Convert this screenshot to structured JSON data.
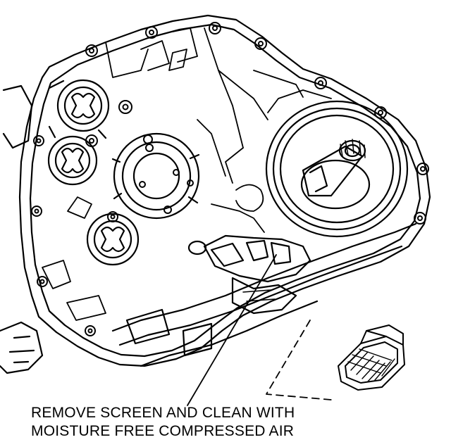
{
  "caption": {
    "line1": "REMOVE SCREEN AND CLEAN WITH",
    "line2": "MOISTURE FREE COMPRESSED AIR"
  },
  "colors": {
    "ink": "#000000",
    "paper": "#ffffff"
  },
  "parts": [
    "transaxle-case",
    "input-shaft",
    "oil-pump-bores",
    "valve-body-mounting",
    "filter-screen"
  ]
}
